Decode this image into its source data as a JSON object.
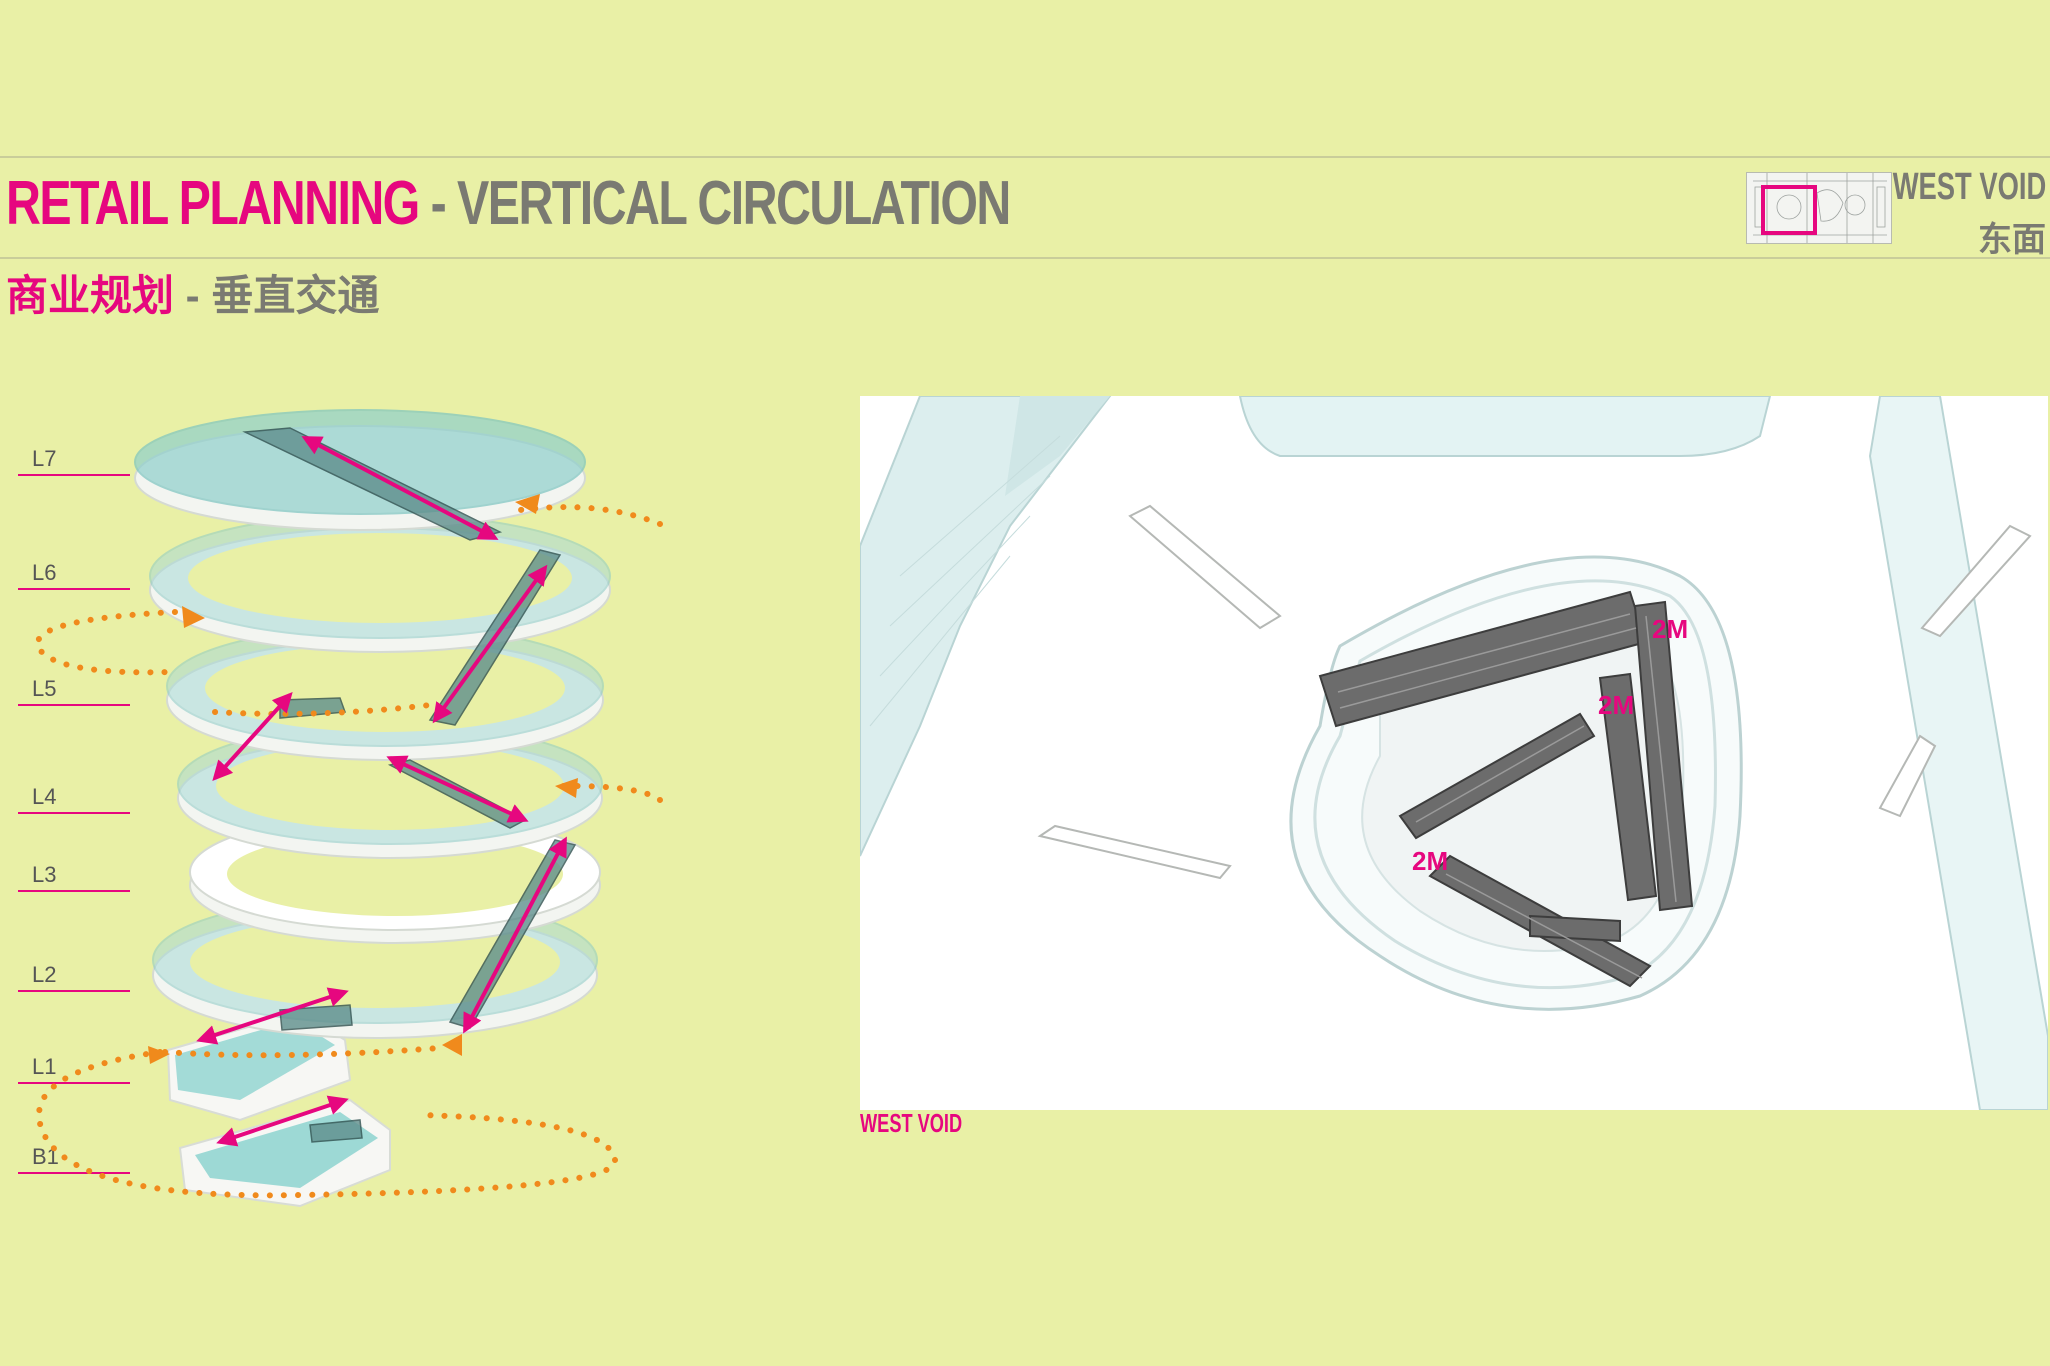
{
  "header": {
    "title_en_main": "RETAIL PLANNING",
    "title_en_sep": " - ",
    "title_en_sub": "VERTICAL CIRCULATION",
    "title_cn_main": "商业规划",
    "title_cn_sep": " - ",
    "title_cn_sub": "垂直交通"
  },
  "locator": {
    "name_en": "WEST VOID",
    "name_cn": "东面"
  },
  "levels": [
    "L7",
    "L6",
    "L5",
    "L4",
    "L3",
    "L2",
    "L1",
    "B1"
  ],
  "plan": {
    "caption": "WEST VOID",
    "height_tags": [
      "2M",
      "2M",
      "2M"
    ]
  },
  "colors": {
    "background": "#e9f0a6",
    "accent": "#e6077f",
    "text_grey": "#7a7a72",
    "route_orange": "#f08a1c",
    "glass": "#9fd6d3"
  }
}
